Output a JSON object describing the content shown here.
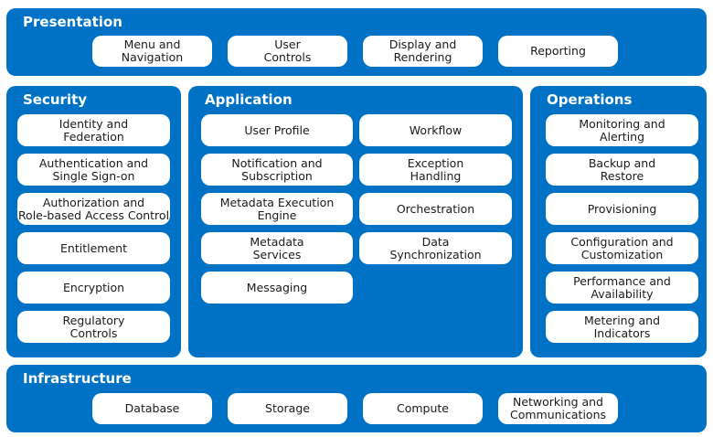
{
  "colors": {
    "panel": "#0072c6",
    "pill": "#ffffff",
    "title_text": "#ffffff",
    "pill_text": "#1a1a1a"
  },
  "presentation": {
    "title": "Presentation",
    "items": [
      "Menu and\nNavigation",
      "User\nControls",
      "Display and\nRendering",
      "Reporting"
    ]
  },
  "security": {
    "title": "Security",
    "items": [
      "Identity and\nFederation",
      "Authentication and\nSingle Sign-on",
      "Authorization and\nRole-based Access Control",
      "Entitlement",
      "Encryption",
      "Regulatory\nControls"
    ]
  },
  "application": {
    "title": "Application",
    "left": [
      "User Profile",
      "Notification and\nSubscription",
      "Metadata Execution\nEngine",
      "Metadata\nServices",
      "Messaging"
    ],
    "right": [
      "Workflow",
      "Exception\nHandling",
      "Orchestration",
      "Data\nSynchronization"
    ]
  },
  "operations": {
    "title": "Operations",
    "items": [
      "Monitoring and\nAlerting",
      "Backup and\nRestore",
      "Provisioning",
      "Configuration and\nCustomization",
      "Performance and\nAvailability",
      "Metering and\nIndicators"
    ]
  },
  "infrastructure": {
    "title": "Infrastructure",
    "items": [
      "Database",
      "Storage",
      "Compute",
      "Networking and\nCommunications"
    ]
  }
}
